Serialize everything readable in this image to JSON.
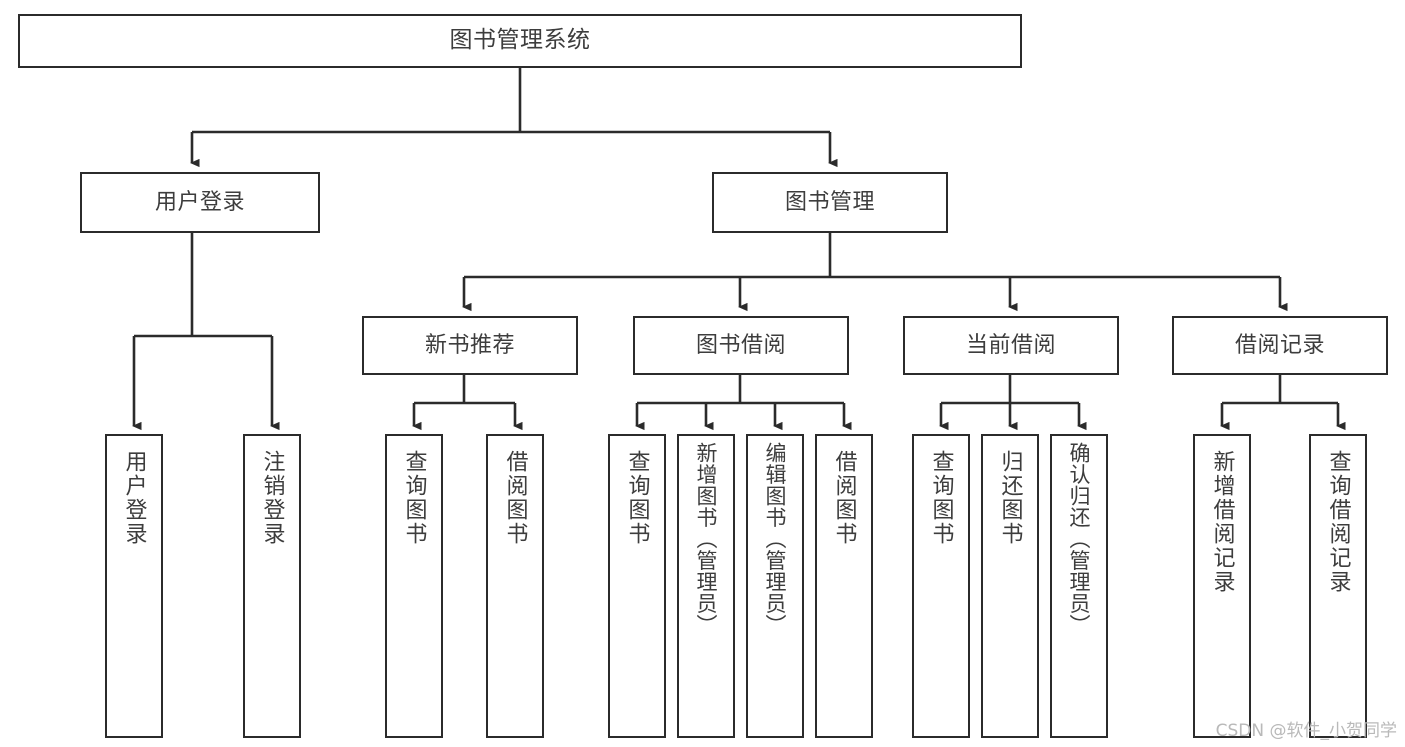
{
  "diagram": {
    "title": "图书管理系统",
    "type": "tree",
    "stroke_color": "#2b2b2b",
    "text_color": "#3d3d3d",
    "background": "#ffffff",
    "watermark": "CSDN @软件_小贺同学",
    "root": {
      "label": "图书管理系统"
    },
    "level2": [
      {
        "label": "用户登录"
      },
      {
        "label": "图书管理"
      }
    ],
    "level3": [
      {
        "label": "新书推荐"
      },
      {
        "label": "图书借阅"
      },
      {
        "label": "当前借阅"
      },
      {
        "label": "借阅记录"
      }
    ],
    "leaves": {
      "user_login": [
        {
          "label": "用户登录"
        },
        {
          "label": "注销登录"
        }
      ],
      "new_book_recommend": [
        {
          "label": "查询图书"
        },
        {
          "label": "借阅图书"
        }
      ],
      "book_borrow": [
        {
          "label": "查询图书"
        },
        {
          "label": "新增图书（管理员）"
        },
        {
          "label": "编辑图书（管理员）"
        },
        {
          "label": "借阅图书"
        }
      ],
      "current_borrow": [
        {
          "label": "查询图书"
        },
        {
          "label": "归还图书"
        },
        {
          "label": "确认归还（管理员）"
        }
      ],
      "borrow_records": [
        {
          "label": "新增借阅记录"
        },
        {
          "label": "查询借阅记录"
        }
      ]
    }
  }
}
